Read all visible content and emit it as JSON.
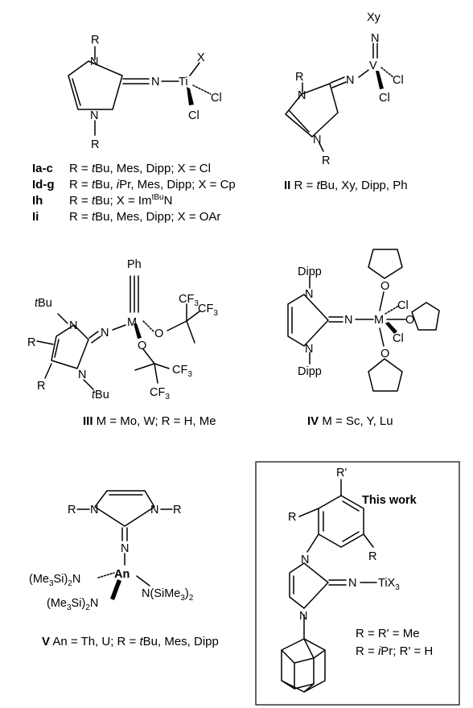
{
  "structures": [
    {
      "id": "I",
      "atoms": {
        "r1": "R",
        "n1": "N",
        "n2": "N",
        "r2": "R",
        "n_exo": "N",
        "ti": "Ti",
        "x": "X",
        "cl1": "Cl",
        "cl2": "Cl"
      },
      "captions": [
        {
          "tag": "Ia-c",
          "pre": "R = ",
          "ital": "t",
          "post": "Bu, Mes, Dipp; X = Cl"
        },
        {
          "tag": "Id-g",
          "pre": "R = ",
          "ital": "t",
          "mid": "Bu, ",
          "ital2": "i",
          "post": "Pr, Mes, Dipp; X = Cp"
        },
        {
          "tag": "Ih",
          "pre": "R = ",
          "ital": "t",
          "mid": "Bu; X = Im",
          "sup": "tBu",
          "post": "N"
        },
        {
          "tag": "Ii",
          "pre": "R = ",
          "ital": "t",
          "post": "Bu, Mes, Dipp; X = OAr"
        }
      ]
    },
    {
      "id": "II",
      "atoms": {
        "xy": "Xy",
        "n_top": "N",
        "v": "V",
        "cl1": "Cl",
        "cl2": "Cl",
        "n_exo": "N",
        "r1": "R",
        "n1": "N",
        "n2": "N",
        "r2": "R"
      },
      "caption": {
        "tag": "II",
        "pre": " R = ",
        "ital": "t",
        "post": "Bu, Xy, Dipp, Ph"
      }
    },
    {
      "id": "III",
      "atoms": {
        "ph": "Ph",
        "m": "M",
        "n_exo": "N",
        "tbu1": "tBu",
        "tbu2": "tBu",
        "n1": "N",
        "n2": "N",
        "r1": "R",
        "r2": "R",
        "o1": "O",
        "o2": "O",
        "cf3_a": "CF3",
        "cf3_b": "CF3",
        "cf3_c": "CF3",
        "cf3_d": "CF3"
      },
      "caption": {
        "tag": "III",
        "text": "  M = Mo, W; R = H, Me"
      }
    },
    {
      "id": "IV",
      "atoms": {
        "dipp1": "Dipp",
        "dipp2": "Dipp",
        "n1": "N",
        "n2": "N",
        "n_exo": "N",
        "m": "M",
        "o1": "O",
        "o2": "O",
        "o3": "O",
        "cl1": "Cl",
        "cl2": "Cl"
      },
      "caption": {
        "tag": "IV",
        "text": "  M = Sc, Y, Lu"
      }
    },
    {
      "id": "V",
      "atoms": {
        "r1": "R",
        "r2": "R",
        "n1": "N",
        "n2": "N",
        "n_exo": "N",
        "an": "An",
        "nsi1": "(Me3Si)2N",
        "nsi2": "N(SiMe3)2",
        "nsi3": "(Me3Si)2N"
      },
      "caption": {
        "tag": "V",
        "pre": " An = Th, U; R = ",
        "ital": "t",
        "post": "Bu, Mes, Dipp"
      }
    },
    {
      "id": "this_work",
      "title": "This work",
      "atoms": {
        "rp": "R'",
        "r1": "R",
        "r2": "R",
        "n1": "N",
        "n2": "N",
        "n_exo": "N",
        "tix3": "TiX3"
      },
      "lines": [
        {
          "pre": "R = R' = Me"
        },
        {
          "pre": "R = ",
          "ital": "i",
          "post": "Pr; R' = H"
        }
      ]
    }
  ]
}
